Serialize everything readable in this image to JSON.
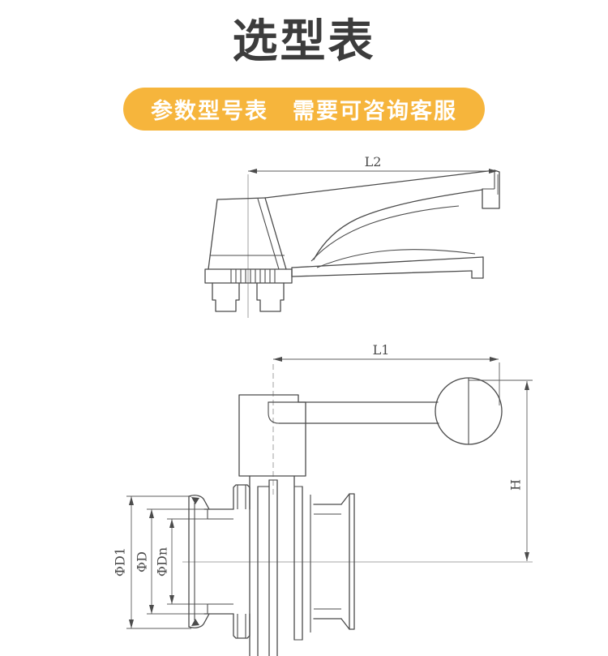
{
  "header": {
    "title": "选型表"
  },
  "badge": {
    "label_left": "参数型号表",
    "label_right": "需要可咨询客服"
  },
  "colors": {
    "badge_bg": "#F6B53C",
    "badge_text": "#FFFFFF",
    "title_text": "#3C3C3C",
    "drawing_line": "#4B4B4B",
    "dimension_line": "#5E5E5E"
  },
  "drawings": {
    "handle_side_view": {
      "dim_l2": "L2"
    },
    "valve_assembly_view": {
      "dim_l1": "L1",
      "dim_h": "H",
      "dim_d1": "ΦD1",
      "dim_d": "ΦD",
      "dim_dn": "ΦDn"
    }
  }
}
